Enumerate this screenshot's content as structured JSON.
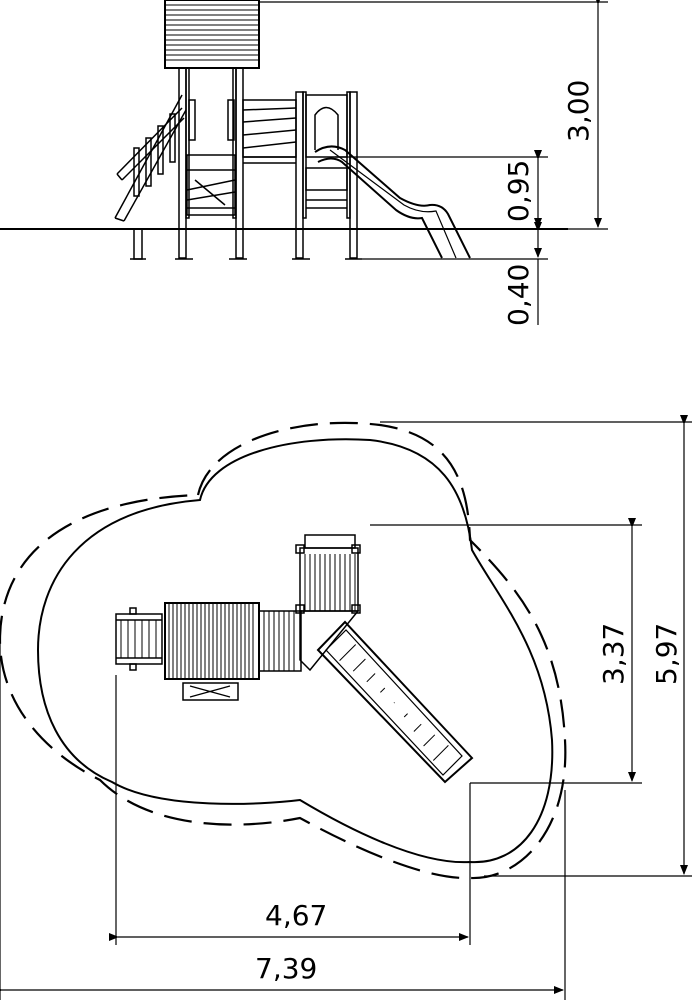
{
  "dimensions": {
    "total_height": "3,00",
    "platform_height": "0,95",
    "foundation_depth": "0,40",
    "depth_equipment": "3,37",
    "depth_safety_zone": "5,97",
    "width_equipment": "4,67",
    "width_safety_zone": "7,39"
  },
  "colors": {
    "line": "#000000",
    "background": "#ffffff"
  }
}
